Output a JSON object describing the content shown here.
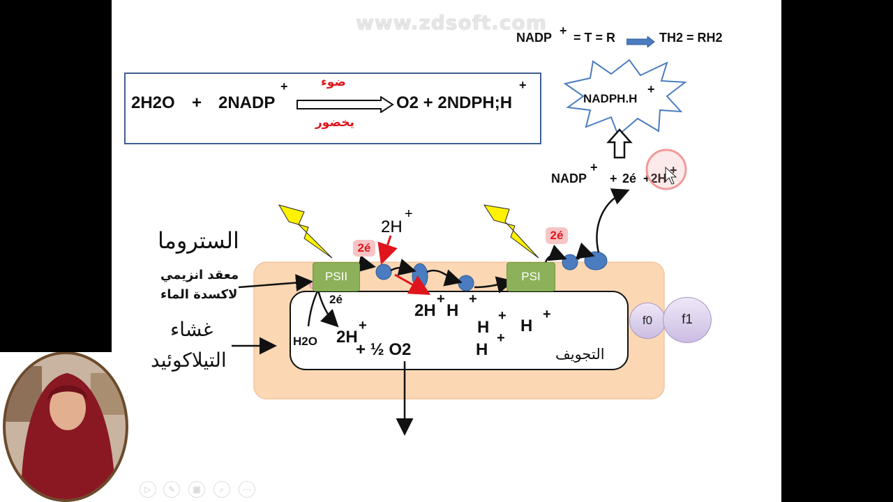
{
  "watermark": "www.zdsoft.com",
  "reaction_note": {
    "left": "NADP",
    "left_sup": "+",
    "eq1": "= T = R",
    "right": "TH2 = RH2"
  },
  "equation": {
    "reactant1": "2H2O",
    "plus": "+",
    "reactant2": "2NADP",
    "reactant2_sup": "+",
    "condition_top": "ضوء",
    "condition_bottom": "يخضور",
    "products": "O2 + 2NDPH;H",
    "products_sup": "+"
  },
  "product_burst": {
    "label": "NADPH.H",
    "sup": "+"
  },
  "nadp_reaction": {
    "nadp": "NADP",
    "nadp_sup": "+",
    "plus1": "+",
    "electrons": "2é",
    "protons": "+2H",
    "protons_sup": "+"
  },
  "labels": {
    "stroma": "الستروما",
    "water_complex_line1": "معقد انزيمي",
    "water_complex_line2": "لاكسدة الماء",
    "membrane_line1": "غشاء",
    "membrane_line2": "التيلاكوئيد",
    "lumen": "التجويف"
  },
  "photosystems": {
    "psii": "PSII",
    "psi": "PSI"
  },
  "electron_labels": {
    "e_top_left": "2é",
    "e_psii_below": "2é",
    "e_psi": "2é"
  },
  "protons": {
    "top_2h": "2H",
    "top_2h_sup": "+",
    "lumen_2h": "2H",
    "lumen_2h_sup": "+",
    "half_o2": "+ ½ O2",
    "h2o": "H2O",
    "pump_2h": "2H",
    "pump_2h_sup": "+",
    "pump_h": "H",
    "pump_h_sup": "+",
    "h_a": "H",
    "h_a_sup": "+",
    "h_b": "H",
    "h_b_sup": "+",
    "h_c": "H",
    "h_c_sup": "+"
  },
  "atp_synthase": {
    "f0": "f0",
    "f1": "f1"
  },
  "colors": {
    "membrane_fill": "#fbd7b3",
    "photosystem": "#8cb15a",
    "carrier": "#4a7cbf",
    "electron_red": "#e0141c",
    "box_border": "#3f5f8f"
  }
}
